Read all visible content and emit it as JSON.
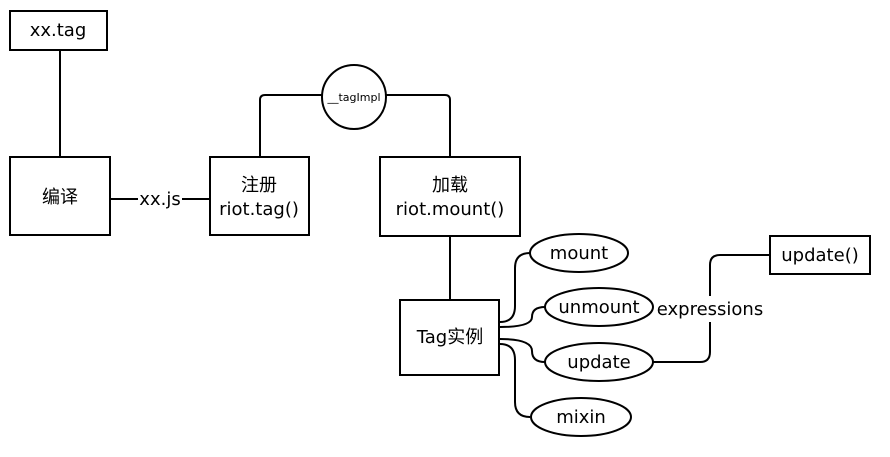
{
  "nodes": {
    "xx_tag": "xx.tag",
    "compile": "编译",
    "xx_js": "xx.js",
    "register_title": "注册",
    "register_api": "riot.tag()",
    "tagimpl": "__tagImpl",
    "load_title": "加载",
    "load_api": "riot.mount()",
    "tag_instance": "Tag实例",
    "mount": "mount",
    "unmount": "unmount",
    "update": "update",
    "mixin": "mixin",
    "expressions": "expressions",
    "update_fn": "update()"
  }
}
